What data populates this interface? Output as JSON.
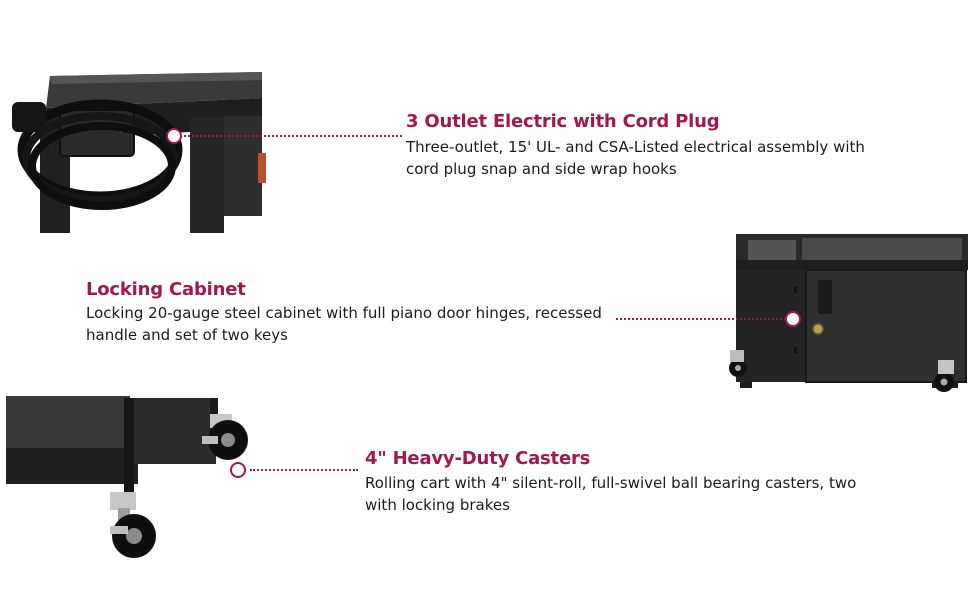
{
  "features": [
    {
      "title": "3 Outlet Electric with Cord Plug",
      "description": "Three-outlet, 15' UL- and CSA-Listed electrical assembly with cord plug snap and side wrap hooks"
    },
    {
      "title": "Locking Cabinet",
      "description": "Locking 20-gauge steel cabinet with full piano door hinges, recessed handle and set of two keys"
    },
    {
      "title": "4\" Heavy-Duty Casters",
      "description": "Rolling cart with 4\" silent-roll, full-swivel ball bearing casters, two with locking brakes"
    }
  ],
  "colors": {
    "accent": "#a1174f",
    "text": "#1b1b1b",
    "cart_body": "#2b2b2b"
  }
}
